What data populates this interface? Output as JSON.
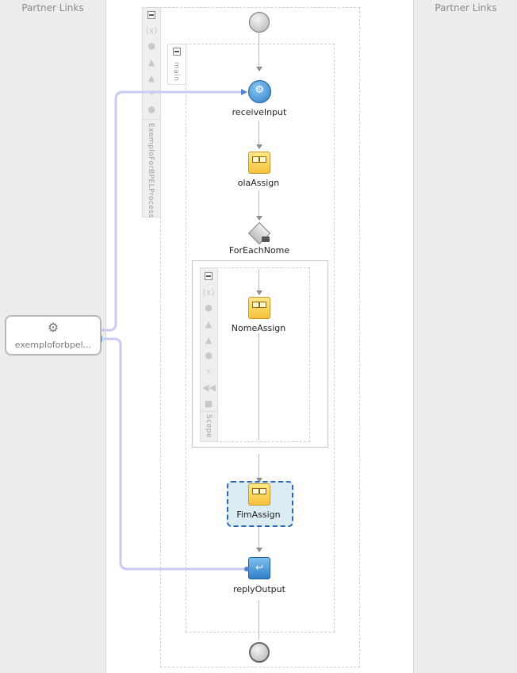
{
  "lanes": {
    "left_title": "Partner Links",
    "right_title": "Partner Links"
  },
  "process": {
    "name": "ExemploForBPELProcess",
    "main_label": "main",
    "scope_label": "Scope",
    "activities": {
      "receive": "receiveInput",
      "ola_assign": "olaAssign",
      "foreach": "ForEachNome",
      "nome_assign": "NomeAssign",
      "fim_assign": "FimAssign",
      "reply": "replyOutput"
    }
  },
  "partner_link": {
    "label": "exemploforbpel...",
    "icon": "gear-service-icon"
  },
  "colors": {
    "link_line": "#c8ccf2",
    "selected_border": "#2f66ad",
    "selected_fill": "#dcecf3",
    "receive_blue": "#3a8fd6"
  },
  "icons": [
    "variables-icon",
    "correlation-icon",
    "warning-icon",
    "fault-icon",
    "event-icon",
    "compensation-icon",
    "terminate-icon"
  ]
}
